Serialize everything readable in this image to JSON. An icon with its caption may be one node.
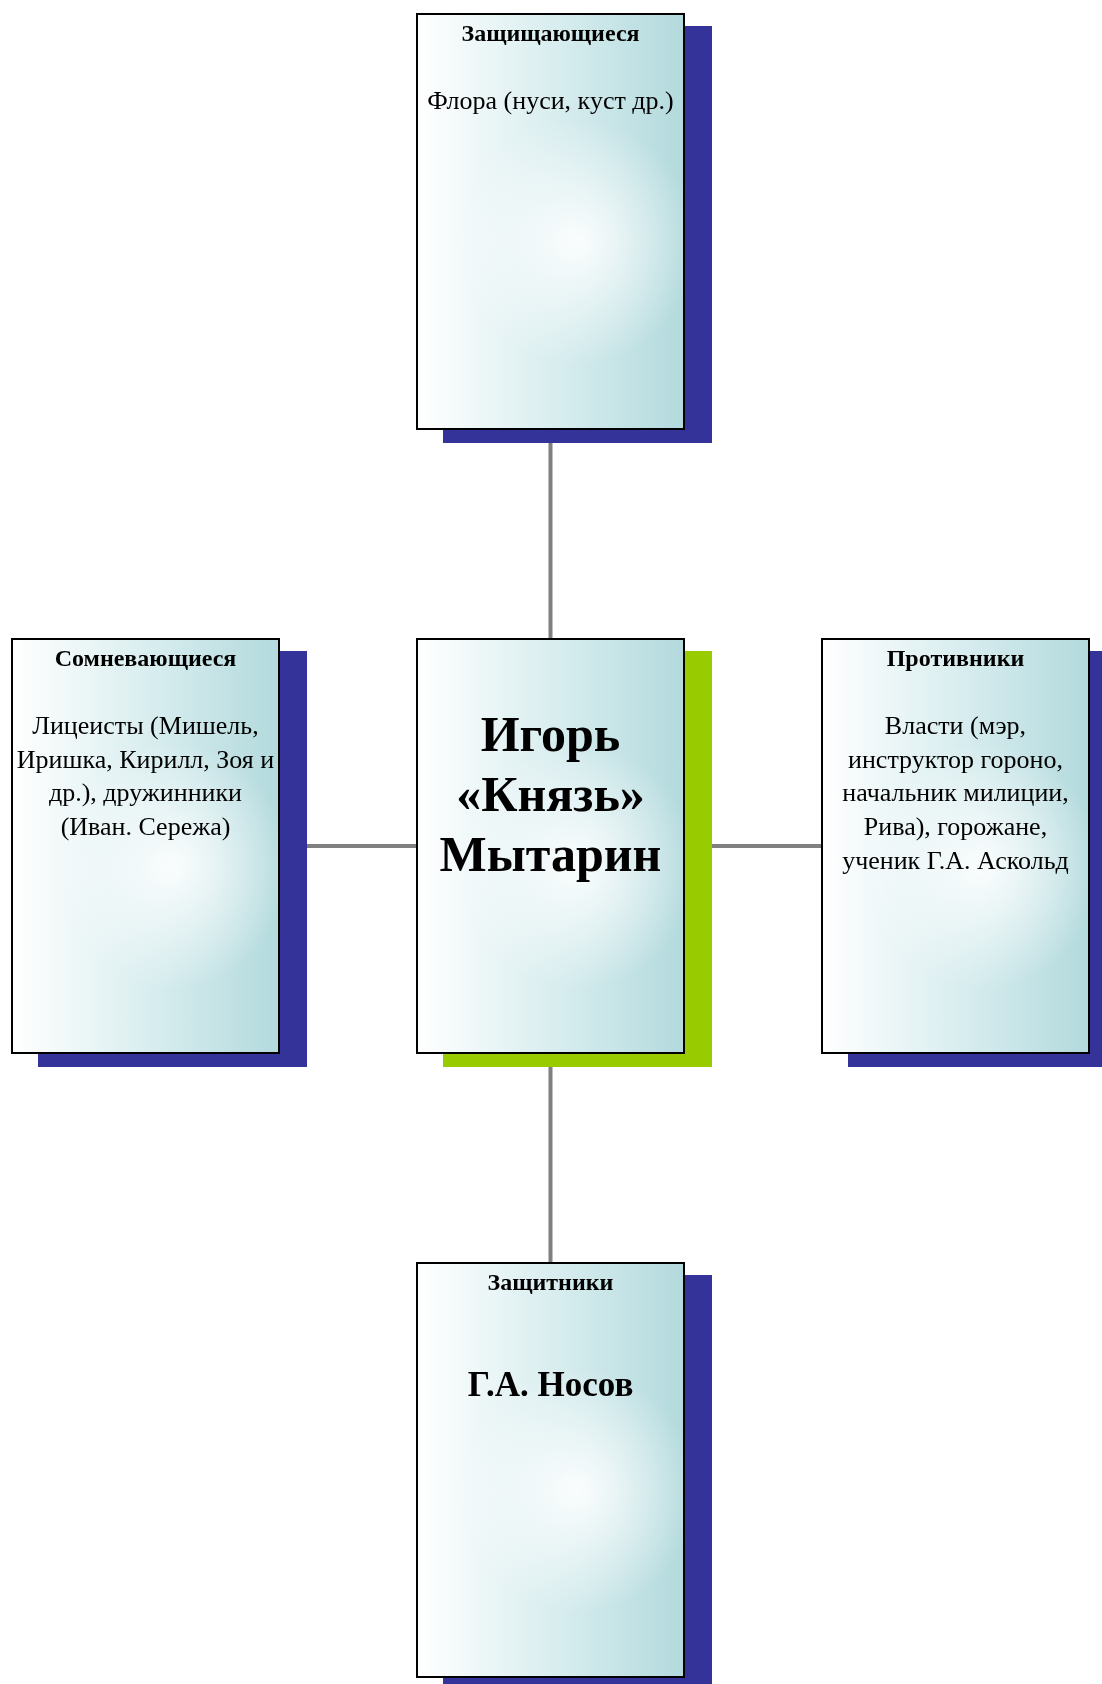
{
  "diagram": {
    "nodes": [
      {
        "text": [
          "Защищающиеся",
          "Флора (нуси, куст др.)"
        ]
      },
      {
        "text": [
          "Сомневающиеся",
          "Лицеисты (Мишель, Иришка, Кирилл, Зоя и др.), дружинники (Иван. Сережа)"
        ]
      },
      {
        "text": [
          "Игорь «Князь» Мытарин"
        ]
      },
      {
        "text": [
          "Противники",
          "Власти (мэр, инструктор гороно, начальник милиции, Рива), горожане, ученик Г.А. Аскольд"
        ]
      },
      {
        "text": [
          "Защитники",
          "Г.А. Носов"
        ]
      }
    ],
    "edges": [
      {
        "from": 2,
        "to": 0,
        "arrow": "none"
      },
      {
        "from": 2,
        "to": 1,
        "arrow": "none"
      },
      {
        "from": 2,
        "to": 3,
        "arrow": "none"
      },
      {
        "from": 2,
        "to": 4,
        "arrow": "none"
      }
    ]
  }
}
